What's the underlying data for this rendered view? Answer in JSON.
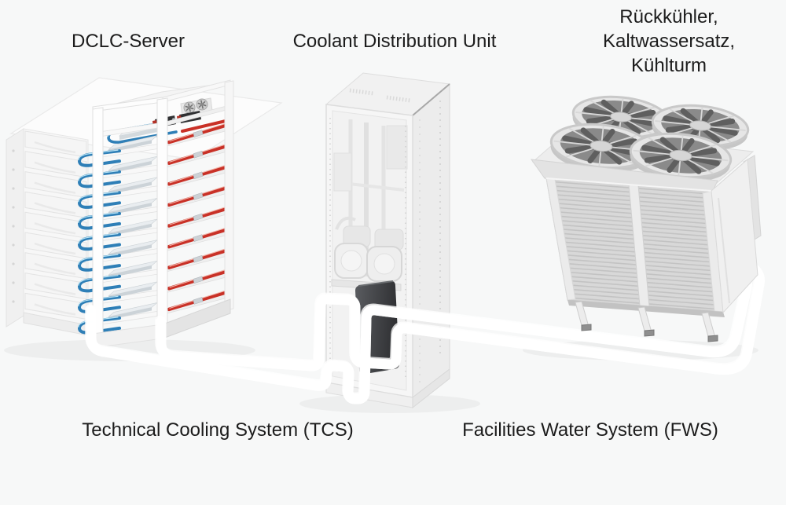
{
  "labels": {
    "dclc_server": "DCLC-Server",
    "coolant_distribution_unit": "Coolant Distribution Unit",
    "recooler_lines": [
      "Rückkühler,",
      "Kaltwassersatz,",
      "Kühlturm"
    ],
    "tcs": "Technical Cooling System (TCS)",
    "fws": "Facilities Water System (FWS)"
  },
  "colors": {
    "background": "#f7f8f8",
    "text": "#1c1c1c",
    "pipe_red": "#c2322a",
    "pipe_red_highlight": "#f2b4a8",
    "pipe_blue": "#1e6fa7",
    "pipe_blue_highlight": "#8fd8f0",
    "pipe_casing": "#ffffff",
    "tube_blue": "#2e7fb7",
    "tube_red": "#c93127",
    "equipment_light": "#f2f2f2",
    "equipment_mid": "#d8d8d8",
    "equipment_dark": "#8f8f8f",
    "fan_blade": "#6e6e6e",
    "heat_exchanger_block": "#35373a"
  },
  "diagram": {
    "server_rack": {
      "drawer_count": 9,
      "shelf_count": 10,
      "cold_loop_color": "#2e7fb7",
      "hot_loop_color": "#c93127"
    },
    "cdu": {
      "pump_count": 2
    },
    "recooler": {
      "fan_count": 4,
      "coil_fin_count": 28,
      "leg_count": 3
    },
    "loops": [
      {
        "name": "Technical Cooling System (TCS)",
        "cold_color": "#1e6fa7",
        "hot_color": "#c2322a"
      },
      {
        "name": "Facilities Water System (FWS)",
        "cold_color": "#1e6fa7",
        "hot_color": "#c2322a"
      }
    ]
  }
}
